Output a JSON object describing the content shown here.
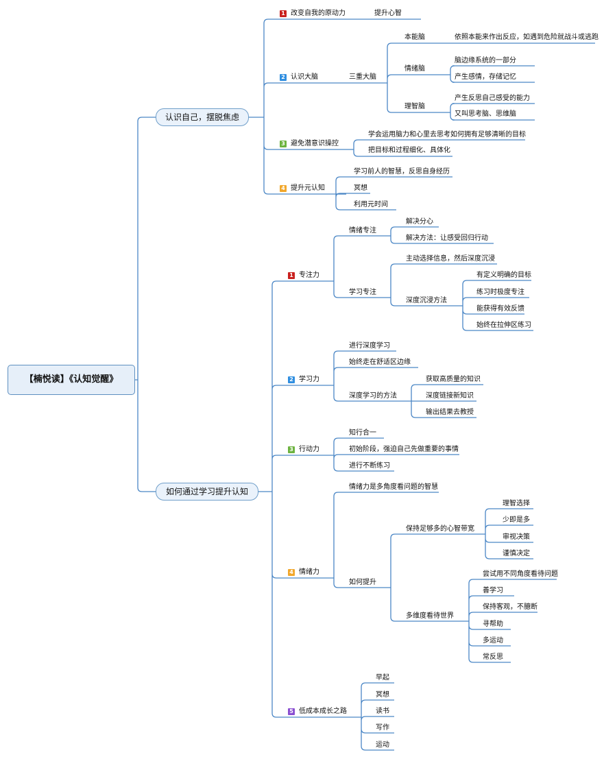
{
  "colors": {
    "line": "#4a86c5",
    "badge1": "#c9211e",
    "badge2": "#2f8ee0",
    "badge3": "#6cb33f",
    "badge4": "#f1a72b",
    "badge5": "#8a4fd1"
  },
  "root": "【楠悦读】《认知觉醒》",
  "b1": {
    "label": "认识自己，摆脱焦虑",
    "s1": {
      "num": "1",
      "label": "改变自我的原动力",
      "c1": "提升心智"
    },
    "s2": {
      "num": "2",
      "label": "认识大脑",
      "c1": "三重大脑",
      "g1": "本能脑",
      "g1a": "依照本能来作出反应，如遇到危险就战斗或逃跑",
      "g2": "情绪脑",
      "g2a": "脑边缘系统的一部分",
      "g2b": "产生感情，存储记忆",
      "g3": "理智脑",
      "g3a": "产生反思自己感受的能力",
      "g3b": "又叫思考脑、思维脑"
    },
    "s3": {
      "num": "3",
      "label": "避免潜意识操控",
      "c1": "学会运用脑力和心里去思考如何拥有足够清晰的目标",
      "c2": "把目标和过程细化、具体化"
    },
    "s4": {
      "num": "4",
      "label": "提升元认知",
      "c1": "学习前人的智慧，反思自身经历",
      "c2": "冥想",
      "c3": "利用元时间"
    }
  },
  "b2": {
    "label": "如何通过学习提升认知",
    "s1": {
      "num": "1",
      "label": "专注力",
      "c1": "情绪专注",
      "c1a": "解决分心",
      "c1b": "解决方法：让感受回归行动",
      "c2": "学习专注",
      "c2a": "主动选择信息，然后深度沉浸",
      "c2b": "深度沉浸方法",
      "d1": "有定义明确的目标",
      "d2": "练习时极度专注",
      "d3": "能获得有效反馈",
      "d4": "始终在拉伸区练习"
    },
    "s2": {
      "num": "2",
      "label": "学习力",
      "c1": "进行深度学习",
      "c2": "始终走在舒适区边缘",
      "c3": "深度学习的方法",
      "c3a": "获取高质量的知识",
      "c3b": "深度链接新知识",
      "c3c": "输出结果去教授"
    },
    "s3": {
      "num": "3",
      "label": "行动力",
      "c1": "知行合一",
      "c2": "初始阶段，强迫自己先做重要的事情",
      "c3": "进行不断练习"
    },
    "s4": {
      "num": "4",
      "label": "情绪力",
      "c1": "情绪力是多角度看问题的智慧",
      "c2": "如何提升",
      "c2a": "保持足够多的心智带宽",
      "e1": "理智选择",
      "e2": "少即是多",
      "e3": "审视决策",
      "e4": "谨慎决定",
      "c2b": "多维度看待世界",
      "f1": "尝试用不同角度看待问题",
      "f2": "善学习",
      "f3": "保持客观，不臆断",
      "f4": "寻帮助",
      "f5": "多运动",
      "f6": "常反思"
    },
    "s5": {
      "num": "5",
      "label": "低成本成长之路",
      "c1": "早起",
      "c2": "冥想",
      "c3": "读书",
      "c4": "写作",
      "c5": "运动"
    }
  }
}
